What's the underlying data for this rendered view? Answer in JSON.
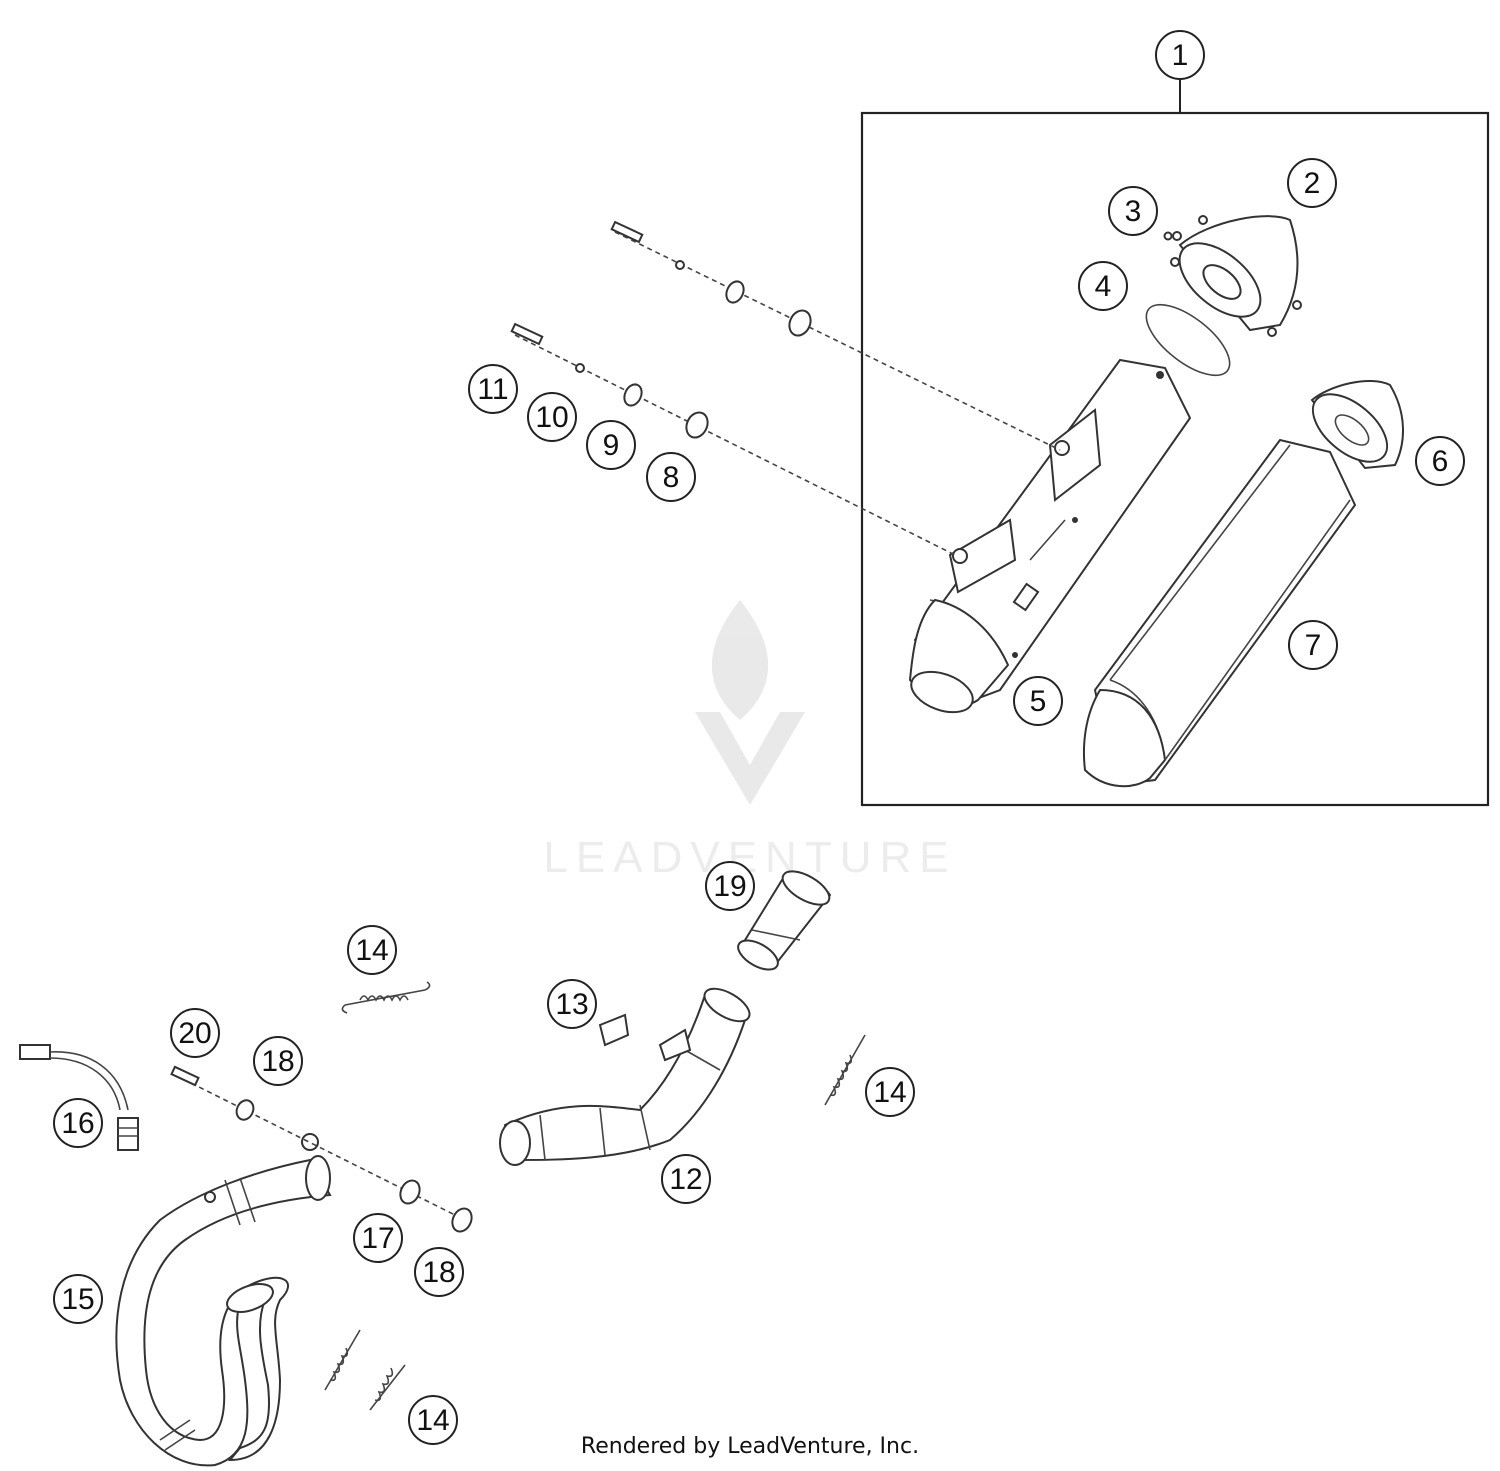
{
  "callouts": [
    {
      "id": "c1",
      "label": "1"
    },
    {
      "id": "c2",
      "label": "2"
    },
    {
      "id": "c3",
      "label": "3"
    },
    {
      "id": "c4",
      "label": "4"
    },
    {
      "id": "c5",
      "label": "5"
    },
    {
      "id": "c6",
      "label": "6"
    },
    {
      "id": "c7",
      "label": "7"
    },
    {
      "id": "c8",
      "label": "8"
    },
    {
      "id": "c9",
      "label": "9"
    },
    {
      "id": "c10",
      "label": "10"
    },
    {
      "id": "c11",
      "label": "11"
    },
    {
      "id": "c12",
      "label": "12"
    },
    {
      "id": "c13",
      "label": "13"
    },
    {
      "id": "c14a",
      "label": "14"
    },
    {
      "id": "c14b",
      "label": "14"
    },
    {
      "id": "c14c",
      "label": "14"
    },
    {
      "id": "c15",
      "label": "15"
    },
    {
      "id": "c16",
      "label": "16"
    },
    {
      "id": "c17",
      "label": "17"
    },
    {
      "id": "c18a",
      "label": "18"
    },
    {
      "id": "c18b",
      "label": "18"
    },
    {
      "id": "c19",
      "label": "19"
    },
    {
      "id": "c20",
      "label": "20"
    }
  ],
  "watermark": {
    "text": "LEADVENTURE"
  },
  "footer": {
    "text": "Rendered by LeadVenture, Inc."
  }
}
